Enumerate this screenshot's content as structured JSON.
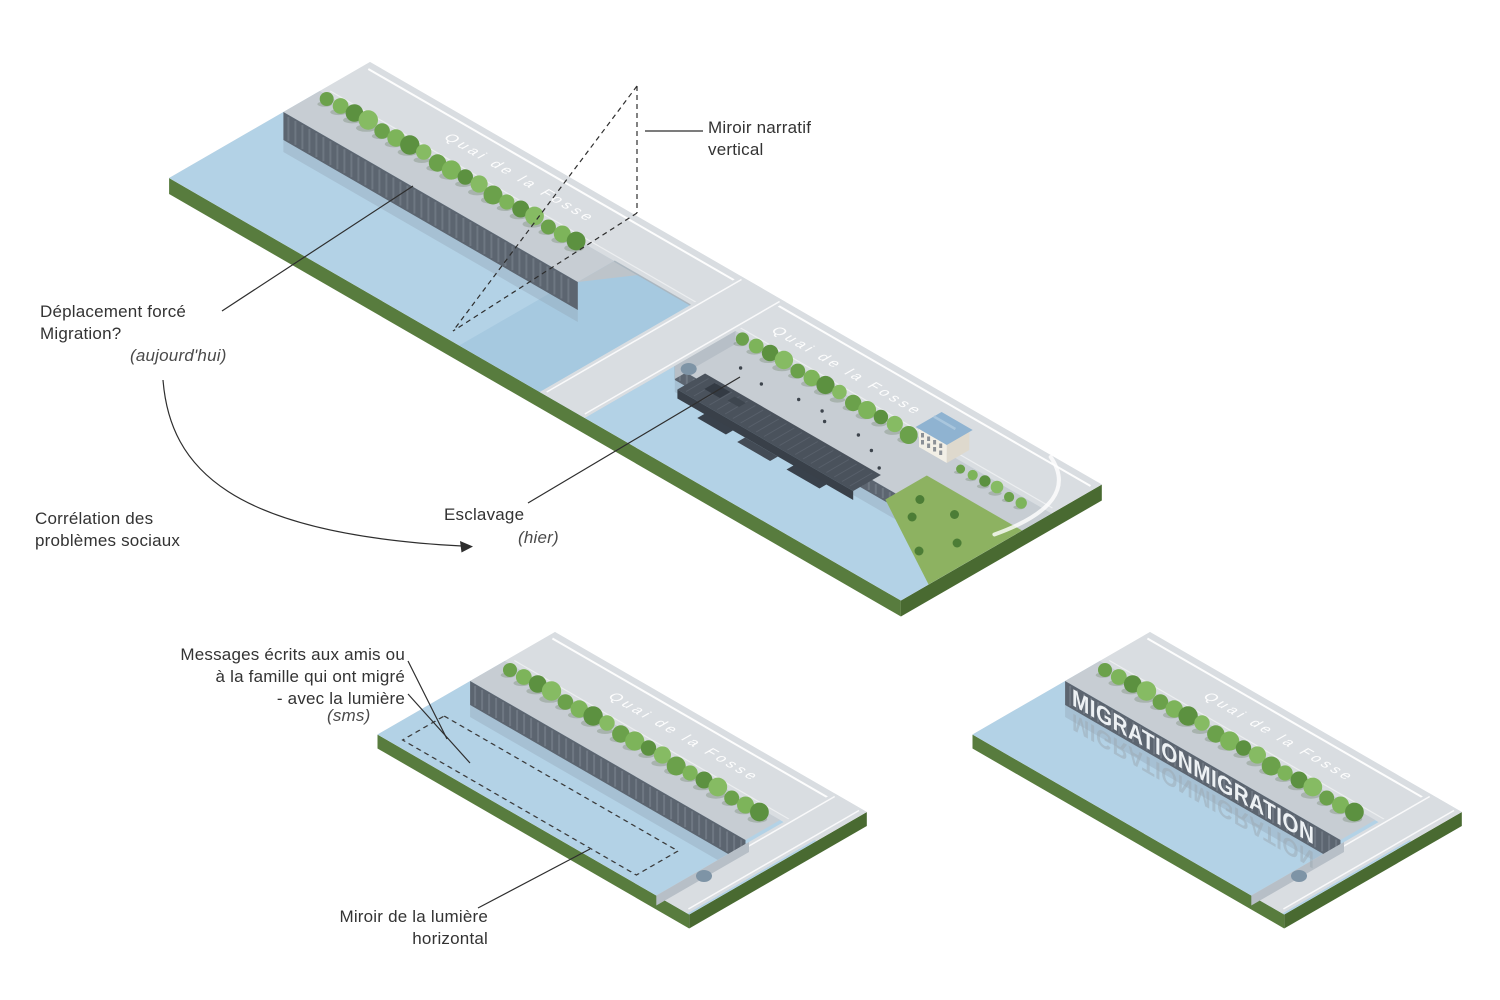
{
  "labels": {
    "quai_road": "Quai de la Fosse",
    "migration_wall_text": "MIGRATIONMIGRATION"
  },
  "annotations": {
    "miroir_vertical": "Miroir narratif\nvertical",
    "deplacement": "Déplacement forcé\nMigration?",
    "aujourdhui": "(aujourd'hui)",
    "correlation": "Corrélation des\nproblèmes sociaux",
    "esclavage": "Esclavage",
    "hier": "(hier)",
    "messages": "Messages écrits aux amis ou\nà la famille qui ont migré\n- avec la lumière",
    "sms": "(sms)",
    "miroir_horizontal": "Miroir de la lumière\nhorizontal"
  },
  "colors": {
    "water": "#b3d2e6",
    "water_deep": "#a6c9e0",
    "road": "#dde1e4",
    "road_back": "#d9dde1",
    "deck": "#c7cdd3",
    "deck_edge": "#bdc4ca",
    "wall": "#5c6570",
    "wall_stripe": "#78818c",
    "slab_side": "#587c3e",
    "slab_side_dark": "#496a31",
    "bank_green": "#8db261",
    "tree_greens": [
      "#6ba14b",
      "#7db45a",
      "#5c9140",
      "#86bb63"
    ],
    "annotation_text": "#333333",
    "line": "#2e2e2e"
  }
}
